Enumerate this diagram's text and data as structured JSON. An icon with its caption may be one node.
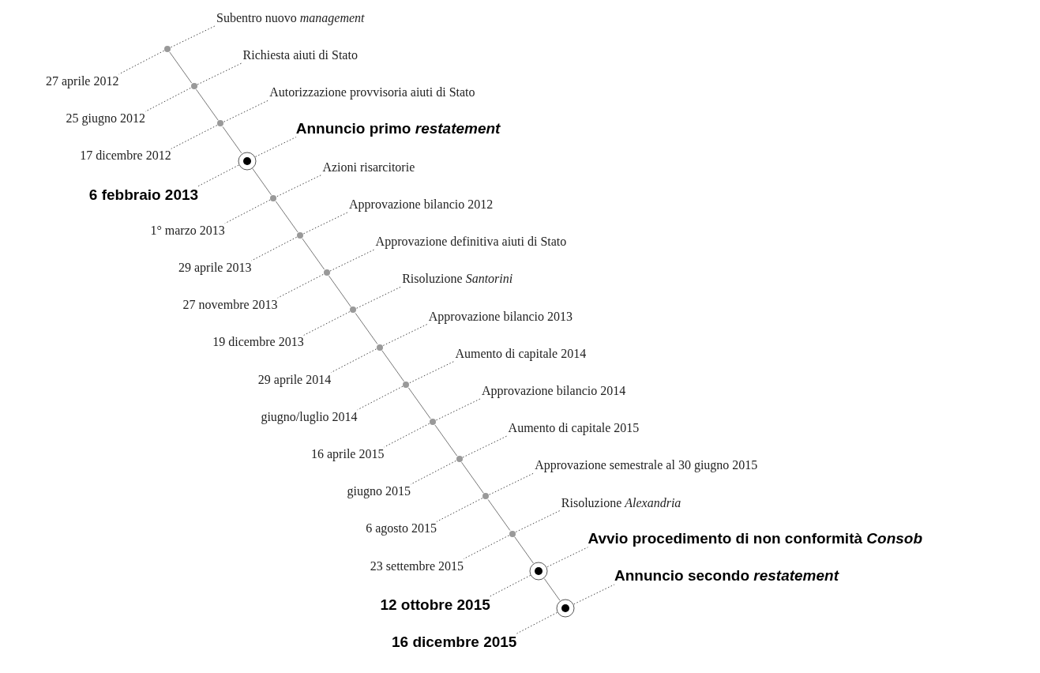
{
  "diagram": {
    "nodes": [
      {
        "text": [],
        "shape": "circle"
      },
      {
        "text": [
          "Subentro nuovo *management*"
        ]
      },
      {
        "text": [
          "27 aprile 2012"
        ]
      },
      {
        "text": [],
        "shape": "circle"
      },
      {
        "text": [
          "Richiesta aiuti di Stato"
        ]
      },
      {
        "text": [
          "25 giugno 2012"
        ]
      },
      {
        "text": [],
        "shape": "circle"
      },
      {
        "text": [
          "Autorizzazione provvisoria aiuti di Stato"
        ]
      },
      {
        "text": [
          "17 dicembre 2012"
        ]
      },
      {
        "text": [],
        "shape": "ring"
      },
      {
        "text": [
          "Annuncio primo *restatement*"
        ]
      },
      {
        "text": [
          "6 febbraio 2013"
        ]
      },
      {
        "text": [],
        "shape": "circle"
      },
      {
        "text": [
          "Azioni risarcitorie"
        ]
      },
      {
        "text": [
          "1° marzo 2013"
        ]
      },
      {
        "text": [],
        "shape": "circle"
      },
      {
        "text": [
          "Approvazione bilancio 2012"
        ]
      },
      {
        "text": [
          "29 aprile 2013"
        ]
      },
      {
        "text": [],
        "shape": "circle"
      },
      {
        "text": [
          "Approvazione definitiva aiuti di Stato"
        ]
      },
      {
        "text": [
          "27 novembre 2013"
        ]
      },
      {
        "text": [],
        "shape": "circle"
      },
      {
        "text": [
          "Risoluzione *Santorini*"
        ]
      },
      {
        "text": [
          "19 dicembre 2013"
        ]
      },
      {
        "text": [],
        "shape": "circle"
      },
      {
        "text": [
          "Approvazione bilancio 2013"
        ]
      },
      {
        "text": [
          "29 aprile 2014"
        ]
      },
      {
        "text": [],
        "shape": "circle"
      },
      {
        "text": [
          "Aumento di capitale 2014"
        ]
      },
      {
        "text": [
          "giugno/luglio 2014"
        ]
      },
      {
        "text": [],
        "shape": "circle"
      },
      {
        "text": [
          "Approvazione bilancio 2014"
        ]
      },
      {
        "text": [
          "16 aprile 2015"
        ]
      },
      {
        "text": [],
        "shape": "circle"
      },
      {
        "text": [
          "Aumento di capitale 2015"
        ]
      },
      {
        "text": [
          "giugno 2015"
        ]
      },
      {
        "text": [],
        "shape": "circle"
      },
      {
        "text": [
          "Approvazione semestrale al 30 giugno 2015"
        ]
      },
      {
        "text": [
          "6 agosto 2015"
        ]
      },
      {
        "text": [],
        "shape": "circle"
      },
      {
        "text": [
          "Risoluzione *Alexandria*"
        ]
      },
      {
        "text": [
          "23 settembre 2015"
        ]
      },
      {
        "text": [],
        "shape": "ring"
      },
      {
        "text": [
          "Avvio procedimento di non conformità *Consob*"
        ]
      },
      {
        "text": [
          "12 ottobre 2015"
        ]
      },
      {
        "text": [],
        "shape": "ring"
      },
      {
        "text": [
          "Annuncio secondo *restatement*"
        ]
      },
      {
        "text": [
          "16 dicembre 2015"
        ]
      }
    ],
    "edges": [
      {
        "from": 0,
        "to": 3,
        "arrow": "none"
      },
      {
        "from": 3,
        "to": 6,
        "arrow": "none"
      },
      {
        "from": 6,
        "to": 9,
        "arrow": "none"
      },
      {
        "from": 9,
        "to": 12,
        "arrow": "none"
      },
      {
        "from": 12,
        "to": 15,
        "arrow": "none"
      },
      {
        "from": 15,
        "to": 18,
        "arrow": "none"
      },
      {
        "from": 18,
        "to": 21,
        "arrow": "none"
      },
      {
        "from": 21,
        "to": 24,
        "arrow": "none"
      },
      {
        "from": 24,
        "to": 27,
        "arrow": "none"
      },
      {
        "from": 27,
        "to": 30,
        "arrow": "none"
      },
      {
        "from": 30,
        "to": 33,
        "arrow": "none"
      },
      {
        "from": 33,
        "to": 36,
        "arrow": "none"
      },
      {
        "from": 36,
        "to": 39,
        "arrow": "none"
      },
      {
        "from": 39,
        "to": 42,
        "arrow": "none"
      },
      {
        "from": 42,
        "to": 45,
        "arrow": "none"
      },
      {
        "from": 0,
        "to": 1,
        "arrow": "none",
        "style": "dashed"
      },
      {
        "from": 0,
        "to": 2,
        "arrow": "none",
        "style": "dashed"
      },
      {
        "from": 3,
        "to": 4,
        "arrow": "none",
        "style": "dashed"
      },
      {
        "from": 3,
        "to": 5,
        "arrow": "none",
        "style": "dashed"
      },
      {
        "from": 6,
        "to": 7,
        "arrow": "none",
        "style": "dashed"
      },
      {
        "from": 6,
        "to": 8,
        "arrow": "none",
        "style": "dashed"
      },
      {
        "from": 9,
        "to": 10,
        "arrow": "none",
        "style": "dashed"
      },
      {
        "from": 9,
        "to": 11,
        "arrow": "none",
        "style": "dashed"
      },
      {
        "from": 12,
        "to": 13,
        "arrow": "none",
        "style": "dashed"
      },
      {
        "from": 12,
        "to": 14,
        "arrow": "none",
        "style": "dashed"
      },
      {
        "from": 15,
        "to": 16,
        "arrow": "none",
        "style": "dashed"
      },
      {
        "from": 15,
        "to": 17,
        "arrow": "none",
        "style": "dashed"
      },
      {
        "from": 18,
        "to": 19,
        "arrow": "none",
        "style": "dashed"
      },
      {
        "from": 18,
        "to": 20,
        "arrow": "none",
        "style": "dashed"
      },
      {
        "from": 21,
        "to": 22,
        "arrow": "none",
        "style": "dashed"
      },
      {
        "from": 21,
        "to": 23,
        "arrow": "none",
        "style": "dashed"
      },
      {
        "from": 24,
        "to": 25,
        "arrow": "none",
        "style": "dashed"
      },
      {
        "from": 24,
        "to": 26,
        "arrow": "none",
        "style": "dashed"
      },
      {
        "from": 27,
        "to": 28,
        "arrow": "none",
        "style": "dashed"
      },
      {
        "from": 27,
        "to": 29,
        "arrow": "none",
        "style": "dashed"
      },
      {
        "from": 30,
        "to": 31,
        "arrow": "none",
        "style": "dashed"
      },
      {
        "from": 30,
        "to": 32,
        "arrow": "none",
        "style": "dashed"
      },
      {
        "from": 33,
        "to": 34,
        "arrow": "none",
        "style": "dashed"
      },
      {
        "from": 33,
        "to": 35,
        "arrow": "none",
        "style": "dashed"
      },
      {
        "from": 36,
        "to": 37,
        "arrow": "none",
        "style": "dashed"
      },
      {
        "from": 36,
        "to": 38,
        "arrow": "none",
        "style": "dashed"
      },
      {
        "from": 39,
        "to": 40,
        "arrow": "none",
        "style": "dashed"
      },
      {
        "from": 39,
        "to": 41,
        "arrow": "none",
        "style": "dashed"
      },
      {
        "from": 42,
        "to": 43,
        "arrow": "none",
        "style": "dashed"
      },
      {
        "from": 42,
        "to": 44,
        "arrow": "none",
        "style": "dashed"
      },
      {
        "from": 45,
        "to": 46,
        "arrow": "none",
        "style": "dashed"
      },
      {
        "from": 45,
        "to": 47,
        "arrow": "none",
        "style": "dashed"
      }
    ]
  }
}
